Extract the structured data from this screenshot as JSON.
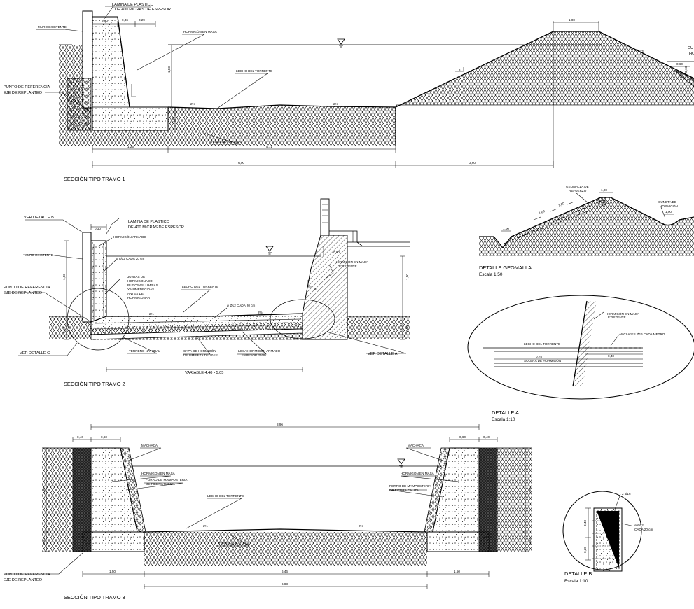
{
  "sections": {
    "s1": {
      "title": "SECCIÓN TIPO TRAMO 1",
      "lamina": "LAMINA DE PLASTICO",
      "lamina2": "DE 400 MICRAS DE ESPESOR",
      "muro": "MURO EXISTENTE",
      "hormigon": "HORMIGÓN EN MASA",
      "lecho": "LECHO DEL TORRENTE",
      "terreno": "TERRENO NATURAL",
      "punto": "PUNTO DE REFERENCIA",
      "eje": "EJE DE REPLANTEO",
      "cu": "CU",
      "ho": "HO",
      "d060": "0,60",
      "d036": "0,36",
      "d029": "0,29",
      "d180": "1,80",
      "d050": "0,50",
      "d125": "1,25",
      "d571": "5,71",
      "d600": "6,00",
      "d360": "3,60",
      "d100": "1,00",
      "d060b": "0,60",
      "d010": "0,10",
      "p2a": "2%",
      "p2b": "2%",
      "slope": "2",
      "slope1": "1"
    },
    "s2": {
      "title": "SECCIÓN TIPO TRAMO 2",
      "verB": "VER DETALLE B",
      "verC": "VER DETALLE C",
      "verA": "VER DETALLE A",
      "lamina": "LAMINA DE PLASTICO",
      "lamina2": "DE 400 MICRAS DE ESPESOR",
      "harmado": "HORMIGÓN ARMADO",
      "muro": "MURO EXISTENTE",
      "ø12": "ø Ø12 CADA 20 cm",
      "juntas1": "JUNTAS DE",
      "juntas2": "HORMIGONADO",
      "juntas3": "RUGOSAS, LIMPIAS",
      "juntas4": "Y HUMEDECIDAS",
      "juntas5": "ANTES DE",
      "juntas6": "HORMIGONAR",
      "punto": "PUNTO DE REFERENCIA",
      "eje": "EJE DE REPLANTEO",
      "lecho": "LECHO DEL TORRENTE",
      "ø12b": "ø Ø12 CADA 20 cm",
      "hmasa": "HORMIGÓN EN MASA",
      "existente": "EXISTENTE",
      "capa1": "CAPA DE HORMIGÓN",
      "capa2": "DE LIMPIEZA DE 20 cm",
      "losa1": "LOSA HORMIGÓN ARMADO",
      "losa2": "ESPESOR 25cm",
      "terreno": "TERRENO NATURAL",
      "variable": "VARIABLE 4,40 • 5,05",
      "d030": "0,30",
      "d180": "1,80",
      "d180b": "1,80",
      "d050": "0,50",
      "d050b": "0,50",
      "d060": "0,60",
      "p2a": "2%",
      "p2b": "2%",
      "slope1": "1",
      "slope5": "5"
    },
    "s3": {
      "title": "SECCIÓN TIPO TRAMO 3",
      "machaca": "MACHACA",
      "machaca2": "MACHACA",
      "hmasa": "HORMIGÓN EN MASA",
      "hmasa2": "HORMIGÓN EN MASA",
      "forro1": "FORRO DE MAMPOSTERIA",
      "forro2": "DE PIEDRA CALIZA",
      "forro3": "FORRO DE MAMPOSTERIA",
      "forro4": "DE PIEDRA CALIZA",
      "lecho": "LECHO DEL TORRENTE",
      "terreno": "TERRENO NATURAL",
      "punto": "PUNTO DE REFERENCIA",
      "eje": "EJE DE REPLANTEO",
      "d896": "8,96",
      "d040a": "0,40",
      "d060a": "0,60",
      "d060b": "0,60",
      "d040b": "0,40",
      "d180a": "1,80",
      "d180b": "1,80",
      "d050a": "0,50",
      "d050b": "0,50",
      "d150a": "1,50",
      "d646": "6,46",
      "d150b": "1,50",
      "d683": "6,83",
      "p2a": "2%",
      "p2b": "2%"
    },
    "geomalla": {
      "title": "DETALLE GEOMALLA",
      "scale": "Escala 1:50",
      "label1": "GEOMALLA DE",
      "label2": "REFUERZO",
      "cuneta1": "CUNETA DE",
      "cuneta2": "HORMIGÓN",
      "d100a": "1,00",
      "d100b": "1,00",
      "d100c": "1,00",
      "d100d": "1,00",
      "d100e": "1,00"
    },
    "detA": {
      "title": "DETALLE A",
      "scale": "Escala 1:10",
      "hmasa1": "HORMIGÓN EN MASA",
      "hmasa2": "EXISTENTE",
      "anclajes": "ANCLAJES Ø16 CADA METRO",
      "lecho": "LECHO DEL TORRENTE",
      "solera": "SOLERA DE HORMIGÓN",
      "d075": "0,75",
      "d040": "0,40"
    },
    "detB": {
      "title": "DETALLE B",
      "scale": "Escala 1:10",
      "o16": "2 Ø16",
      "o12a": "ø Ø12",
      "o12b": "CADA 20 cm",
      "d040": "0,40",
      "d025": "0,25"
    }
  },
  "colors": {
    "ink": "#000000",
    "paper": "#ffffff"
  }
}
